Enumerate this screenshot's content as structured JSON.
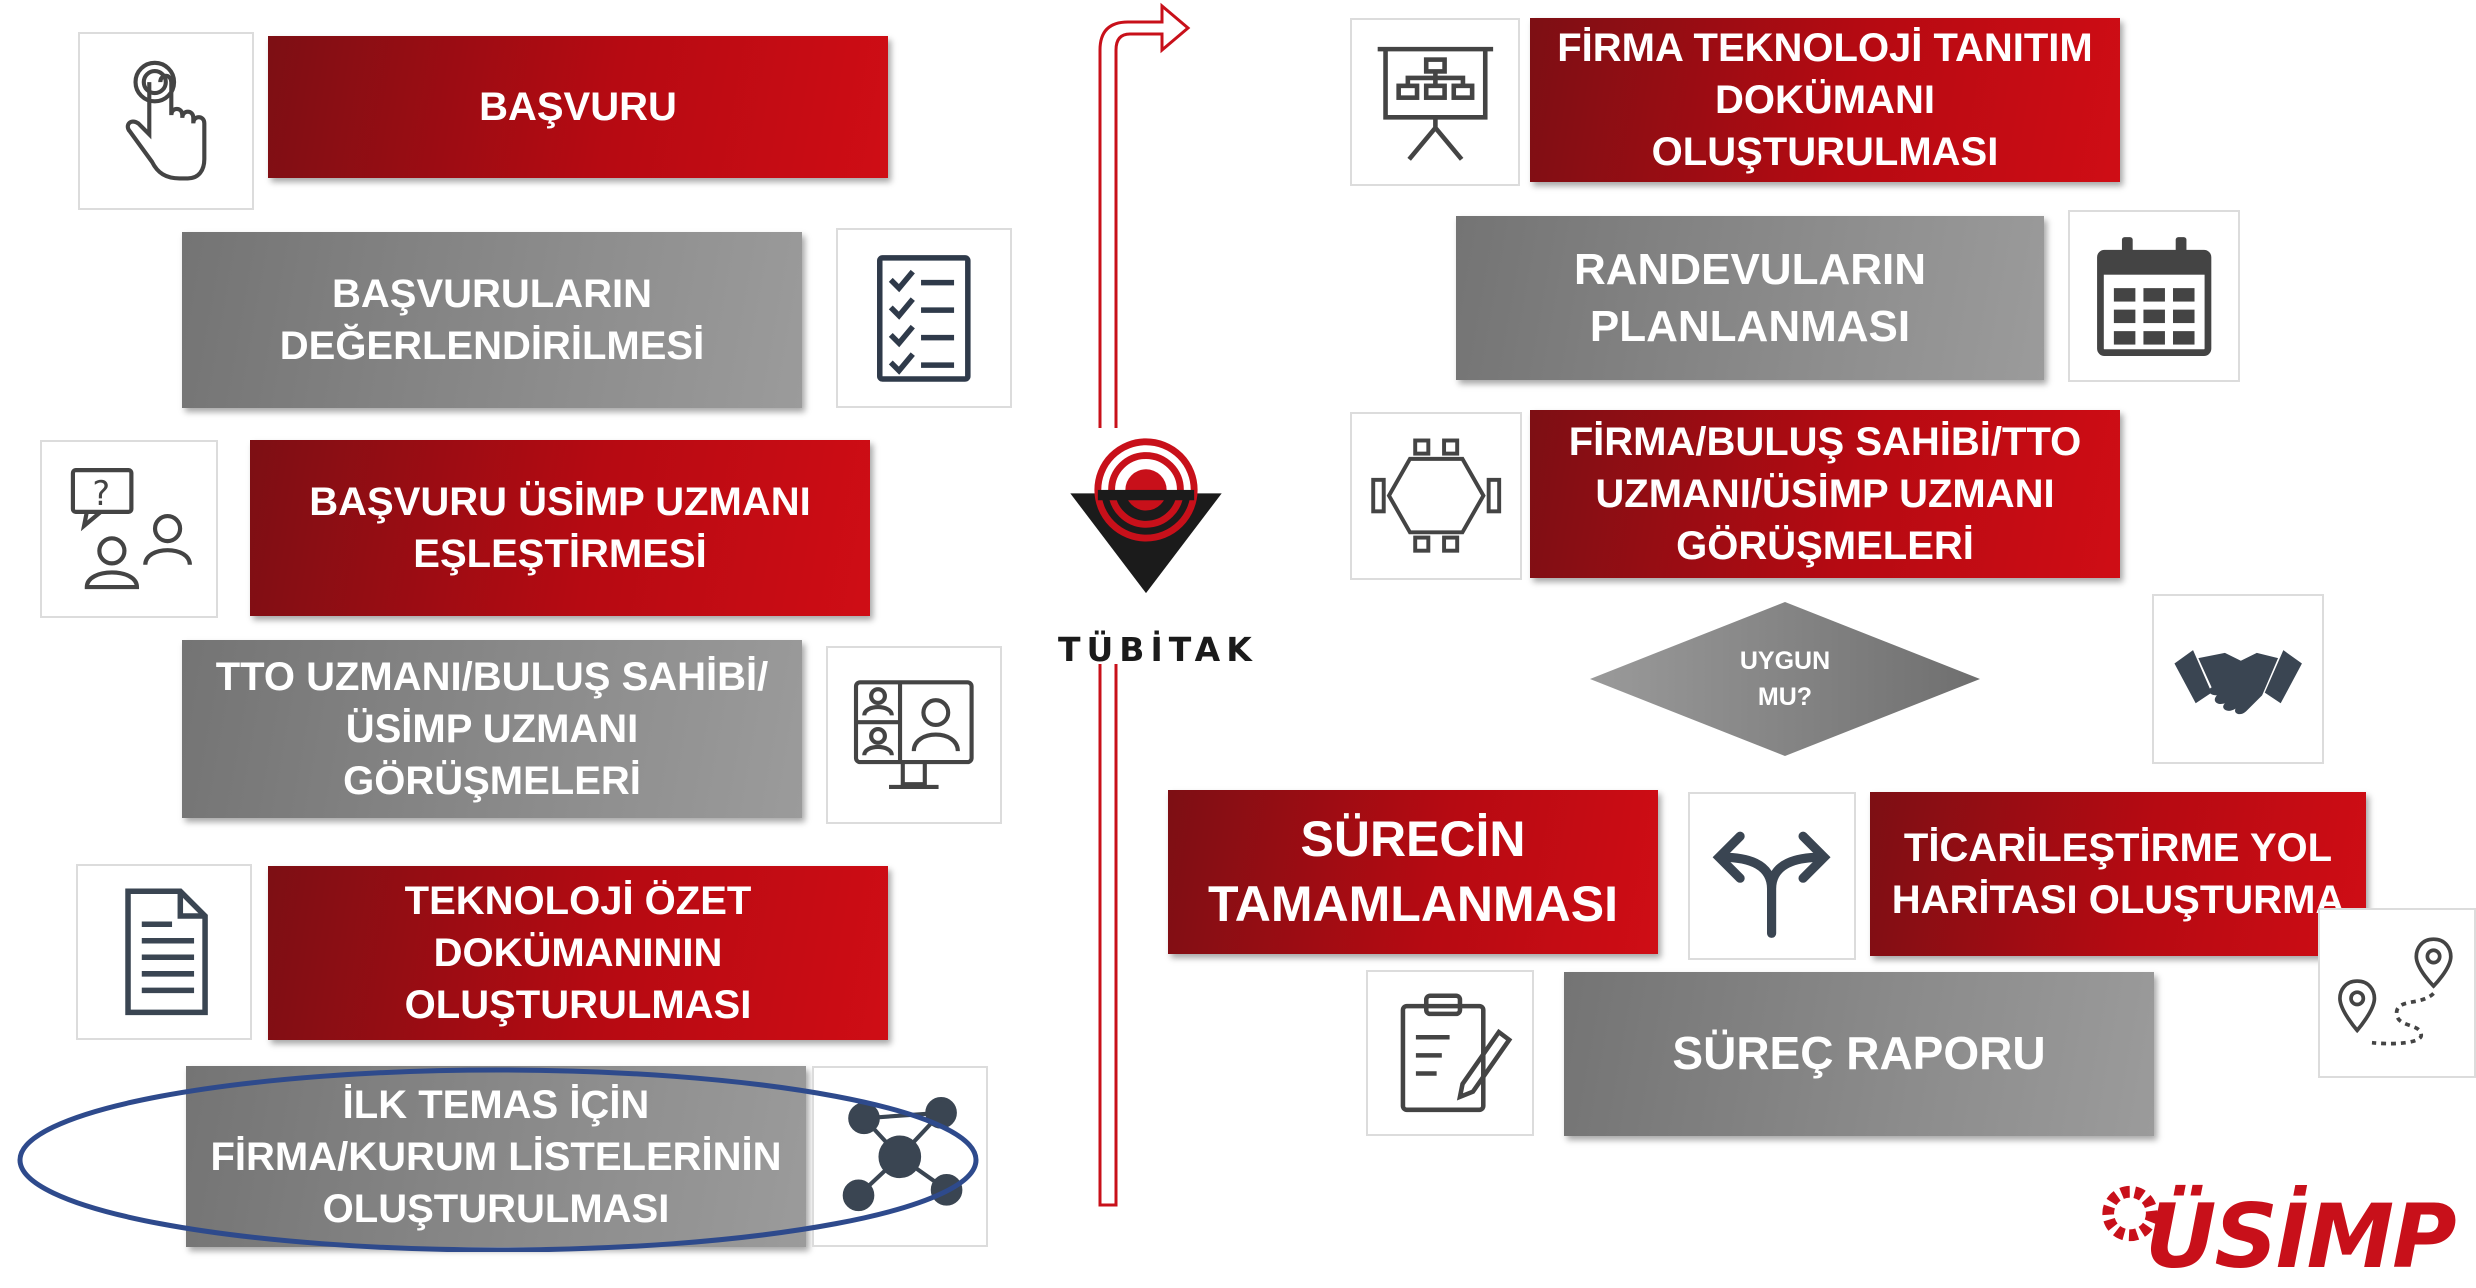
{
  "left_steps": [
    {
      "label": "BAŞVURU",
      "icon": "touch-icon"
    },
    {
      "label": "BAŞVURULARIN DEĞERLENDİRİLMESİ",
      "icon": "checklist-icon"
    },
    {
      "label": "BAŞVURU ÜSİMP UZMANI EŞLEŞTİRMESİ",
      "icon": "consultation-icon"
    },
    {
      "label": "TTO UZMANI/BULUŞ SAHİBİ/ ÜSİMP UZMANI GÖRÜŞMELERİ",
      "icon": "video-call-icon"
    },
    {
      "label": "TEKNOLOJİ ÖZET DOKÜMANININ OLUŞTURULMASI",
      "icon": "document-icon"
    },
    {
      "label": "İLK TEMAS İÇİN FİRMA/KURUM LİSTELERİNİN OLUŞTURULMASI",
      "icon": "network-icon"
    }
  ],
  "right_steps": [
    {
      "label": "FİRMA TEKNOLOJİ TANITIM DOKÜMANI OLUŞTURULMASI",
      "icon": "presentation-icon"
    },
    {
      "label": "RANDEVULARIN PLANLANMASI",
      "icon": "calendar-icon"
    },
    {
      "label": "FİRMA/BULUŞ SAHİBİ/TTO UZMANI/ÜSİMP UZMANI GÖRÜŞMELERİ",
      "icon": "meeting-table-icon"
    },
    {
      "label": "SÜRECİN TAMAMLANMASI"
    },
    {
      "label": "TİCARİLEŞTİRME YOL HARİTASI OLUŞTURMA",
      "icon": "route-map-icon"
    },
    {
      "label": "SÜREÇ RAPORU",
      "icon": "clipboard-edit-icon"
    }
  ],
  "decision": {
    "label": "UYGUN MU?",
    "yes_icon": "handshake-icon",
    "branch_icon": "split-arrow-icon"
  },
  "logos": {
    "center": "TÜBİTAK",
    "corner": "ÜSİMP"
  },
  "colors": {
    "red": "#b60a12",
    "gray": "#8c8c8c",
    "highlight_ellipse": "#2e4a8c",
    "arrow": "#c8101a"
  }
}
